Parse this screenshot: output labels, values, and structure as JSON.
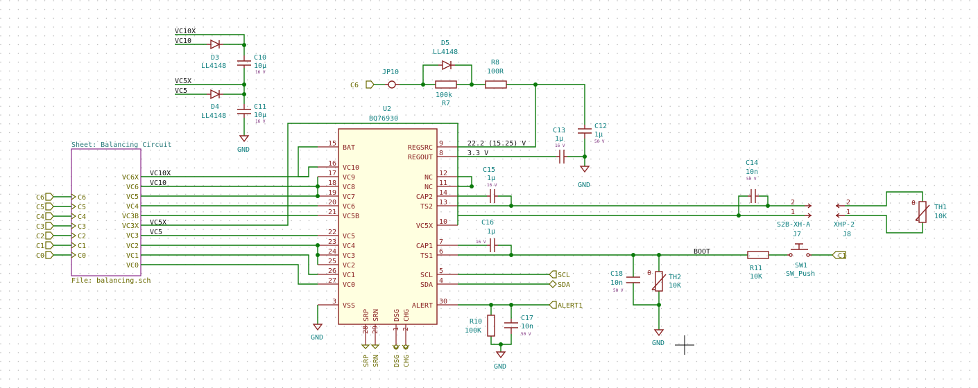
{
  "sheet": {
    "title": "Sheet: Balancing Circuit",
    "file": "File: balancing.sch",
    "pins_right": [
      "VC6X",
      "VC6",
      "VC5",
      "VC4",
      "VC3B",
      "VC3X",
      "VC3",
      "VC2",
      "VC1",
      "VC0"
    ],
    "pins_left": [
      "C6",
      "C5",
      "C4",
      "C3",
      "C2",
      "C1",
      "C0"
    ]
  },
  "left_labels": [
    "C6",
    "C5",
    "C4",
    "C3",
    "C2",
    "C1",
    "C0"
  ],
  "ic": {
    "ref": "U2",
    "value": "BQ76930",
    "left_pins": [
      {
        "num": "15",
        "name": "BAT"
      },
      {
        "num": "16",
        "name": "VC10"
      },
      {
        "num": "17",
        "name": "VC9"
      },
      {
        "num": "18",
        "name": "VC8"
      },
      {
        "num": "19",
        "name": "VC7"
      },
      {
        "num": "20",
        "name": "VC6"
      },
      {
        "num": "21",
        "name": "VC5B"
      },
      {
        "num": "22",
        "name": "VC5"
      },
      {
        "num": "23",
        "name": "VC4"
      },
      {
        "num": "24",
        "name": "VC3"
      },
      {
        "num": "25",
        "name": "VC2"
      },
      {
        "num": "26",
        "name": "VC1"
      },
      {
        "num": "27",
        "name": "VC0"
      },
      {
        "num": "3",
        "name": "VSS"
      }
    ],
    "right_pins": [
      {
        "num": "9",
        "name": "REGSRC"
      },
      {
        "num": "8",
        "name": "REGOUT"
      },
      {
        "num": "12",
        "name": "NC"
      },
      {
        "num": "11",
        "name": "NC"
      },
      {
        "num": "14",
        "name": "CAP2"
      },
      {
        "num": "13",
        "name": "TS2"
      },
      {
        "num": "10",
        "name": "VC5X"
      },
      {
        "num": "7",
        "name": "CAP1"
      },
      {
        "num": "6",
        "name": "TS1"
      },
      {
        "num": "5",
        "name": "SCL"
      },
      {
        "num": "4",
        "name": "SDA"
      },
      {
        "num": "30",
        "name": "ALERT"
      }
    ],
    "bottom_pins": [
      {
        "num": "28",
        "name": "SRP"
      },
      {
        "num": "29",
        "name": "SRN"
      },
      {
        "num": "1",
        "name": "DSG"
      },
      {
        "num": "2",
        "name": "CHG"
      }
    ]
  },
  "nets": {
    "vc10x": "VC10X",
    "vc10": "VC10",
    "vc5x": "VC5X",
    "vc5": "VC5",
    "regsrc": "22.2 (15.25) V",
    "regout": "3.3 V",
    "boot": "BOOT"
  },
  "components": {
    "d3": {
      "ref": "D3",
      "value": "LL4148"
    },
    "d4": {
      "ref": "D4",
      "value": "LL4148"
    },
    "d5": {
      "ref": "D5",
      "value": "LL4148"
    },
    "c10": {
      "ref": "C10",
      "value": "10µ",
      "volt": "16 V"
    },
    "c11": {
      "ref": "C11",
      "value": "10µ",
      "volt": "16 V"
    },
    "c12": {
      "ref": "C12",
      "value": "1µ",
      "volt": "50 V"
    },
    "c13": {
      "ref": "C13",
      "value": "1µ",
      "volt": "16 V"
    },
    "c14": {
      "ref": "C14",
      "value": "10n",
      "volt": "50 V"
    },
    "c15": {
      "ref": "C15",
      "value": "1µ",
      "volt": "16 V"
    },
    "c16": {
      "ref": "C16",
      "value": "1µ",
      "volt": "16 V"
    },
    "c17": {
      "ref": "C17",
      "value": "10n",
      "volt": "50 V"
    },
    "c18": {
      "ref": "C18",
      "value": "10n",
      "volt": "50 V"
    },
    "r7": {
      "ref": "R7",
      "value": "100k"
    },
    "r8": {
      "ref": "R8",
      "value": "100R"
    },
    "r10": {
      "ref": "R10",
      "value": "100K"
    },
    "r11": {
      "ref": "R11",
      "value": "10K"
    },
    "jp10": {
      "ref": "JP10"
    },
    "th1": {
      "ref": "TH1",
      "value": "10K"
    },
    "th2": {
      "ref": "TH2",
      "value": "10K"
    },
    "sw1": {
      "ref": "SW1",
      "value": "SW_Push"
    },
    "j7": {
      "ref": "J7",
      "value": "S2B-XH-A",
      "pin2": "2",
      "pin1": "1"
    },
    "j8": {
      "ref": "J8",
      "value": "XHP-2",
      "pin2": "2",
      "pin1": "1"
    }
  },
  "labels": {
    "c6_in": "C6",
    "scl": "SCL",
    "sda": "SDA",
    "alert": "ALERT1",
    "c1_out": "C1",
    "srp": "SRP",
    "srn": "SRN",
    "dsg": "DSG",
    "chg": "CHG",
    "gnd": "GND",
    "theta": "θ"
  }
}
